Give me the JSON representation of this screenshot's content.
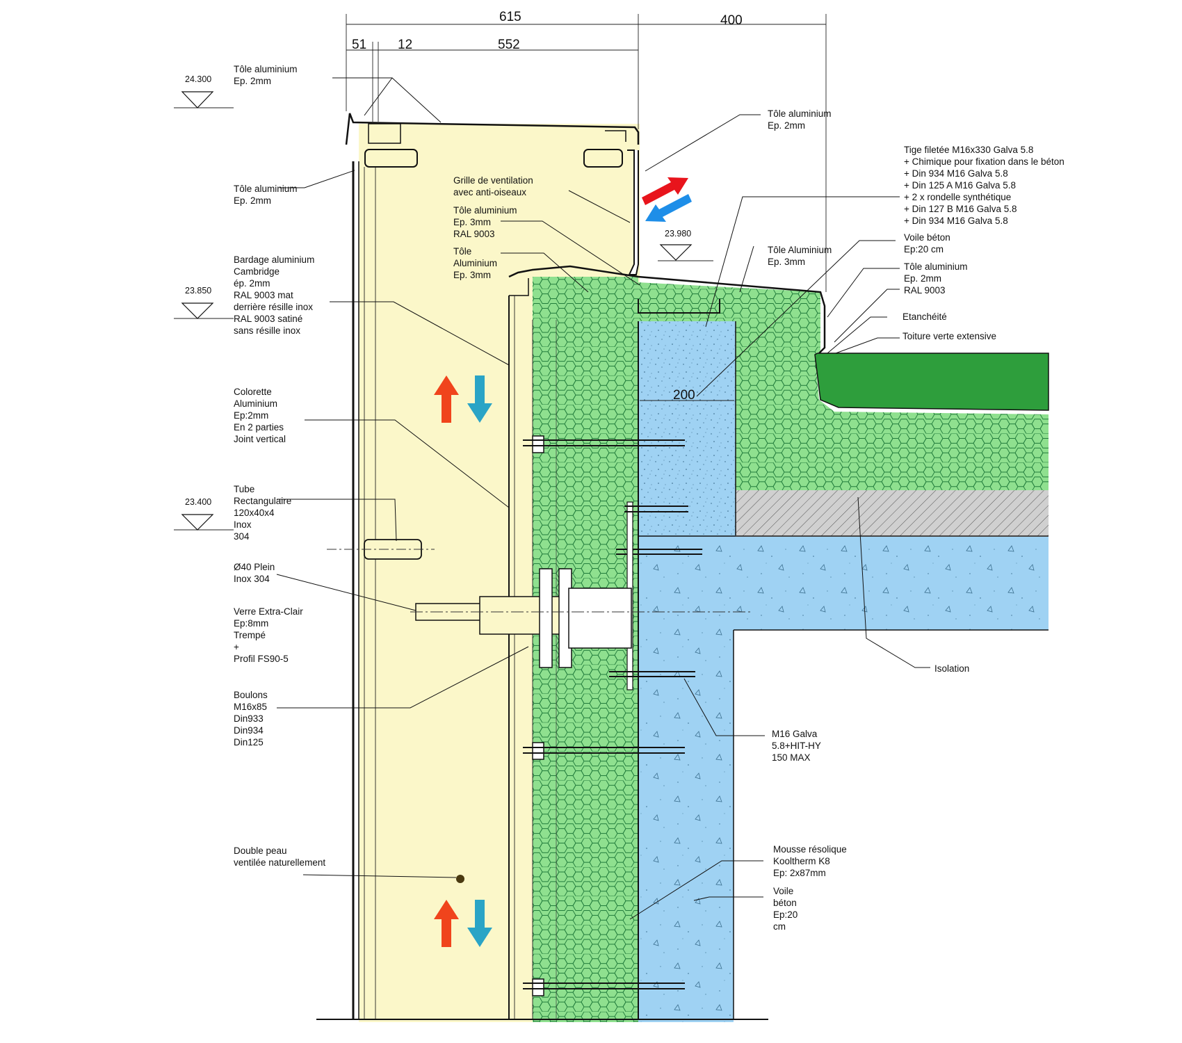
{
  "dimensions": {
    "d615": "615",
    "d400": "400",
    "d51": "51",
    "d12": "12",
    "d552": "552",
    "d200": "200"
  },
  "levels": {
    "l1": "24.300",
    "l2": "23.850",
    "l3": "23.400",
    "l4": "23.980"
  },
  "labels": {
    "tole_top": [
      "Tôle aluminium",
      "Ep. 2mm"
    ],
    "tole_left": [
      "Tôle aluminium",
      "Ep. 2mm"
    ],
    "bardage": [
      "Bardage aluminium",
      "Cambridge",
      "ép. 2mm",
      "RAL 9003 mat",
      "derrière résille inox",
      "RAL 9003 satiné",
      "sans résille inox"
    ],
    "colorette": [
      "Colorette",
      "Aluminium",
      "Ep:2mm",
      "En 2 parties",
      "Joint vertical"
    ],
    "tube": [
      "Tube",
      "Rectangulaire",
      "120x40x4",
      "Inox",
      "304"
    ],
    "plein": [
      "Ø40 Plein",
      "Inox 304"
    ],
    "verre": [
      "Verre Extra-Clair",
      "Ep:8mm",
      "Trempé",
      "+",
      "Profil FS90-5"
    ],
    "boulons": [
      "Boulons",
      "M16x85",
      "Din933",
      "Din934",
      "Din125"
    ],
    "double_peau": [
      "Double peau",
      "ventilée naturellement"
    ],
    "grille": [
      "Grille de ventilation",
      "avec anti-oiseaux"
    ],
    "tole_3mm_ral": [
      "Tôle aluminium",
      "Ep. 3mm",
      "RAL 9003"
    ],
    "tole_alu_3mm": [
      "Tôle",
      "Aluminium",
      "Ep. 3mm"
    ],
    "tole_right_top": [
      "Tôle aluminium",
      "Ep. 2mm"
    ],
    "tige": [
      "Tige filetée M16x330 Galva 5.8",
      "+ Chimique pour fixation dans le béton",
      "+ Din 934 M16 Galva 5.8",
      "+ Din 125 A M16 Galva 5.8",
      "+ 2 x rondelle synthétique",
      "+ Din 127 B M16 Galva 5.8",
      "+ Din 934 M16 Galva 5.8"
    ],
    "tole_alu_cap": [
      "Tôle Aluminium",
      "Ep. 3mm"
    ],
    "voile_top": [
      "Voile béton",
      "Ep:20 cm"
    ],
    "tole_ral_right": [
      "Tôle aluminium",
      "Ep. 2mm",
      "RAL 9003"
    ],
    "etancheite": "Etanchéité",
    "toiture": "Toiture verte extensive",
    "isolation": "Isolation",
    "m16": [
      "M16 Galva",
      "5.8+HIT-HY",
      "150 MAX"
    ],
    "mousse": [
      "Mousse résolique",
      "Kooltherm K8",
      "Ep: 2x87mm"
    ],
    "voile_bottom": [
      "Voile",
      "béton",
      "Ep:20",
      "cm"
    ]
  },
  "colors": {
    "cavity": "#fbf7c9",
    "insulation": "#8fe08f",
    "concrete": "#9fd2f3",
    "green_roof": "#2e9e3c",
    "screed": "#d0d0d0",
    "arrow_warm": "#f0441c",
    "arrow_cold": "#2aa4c6",
    "arrow_red": "#e8141c",
    "arrow_blue": "#1e8ee8"
  }
}
